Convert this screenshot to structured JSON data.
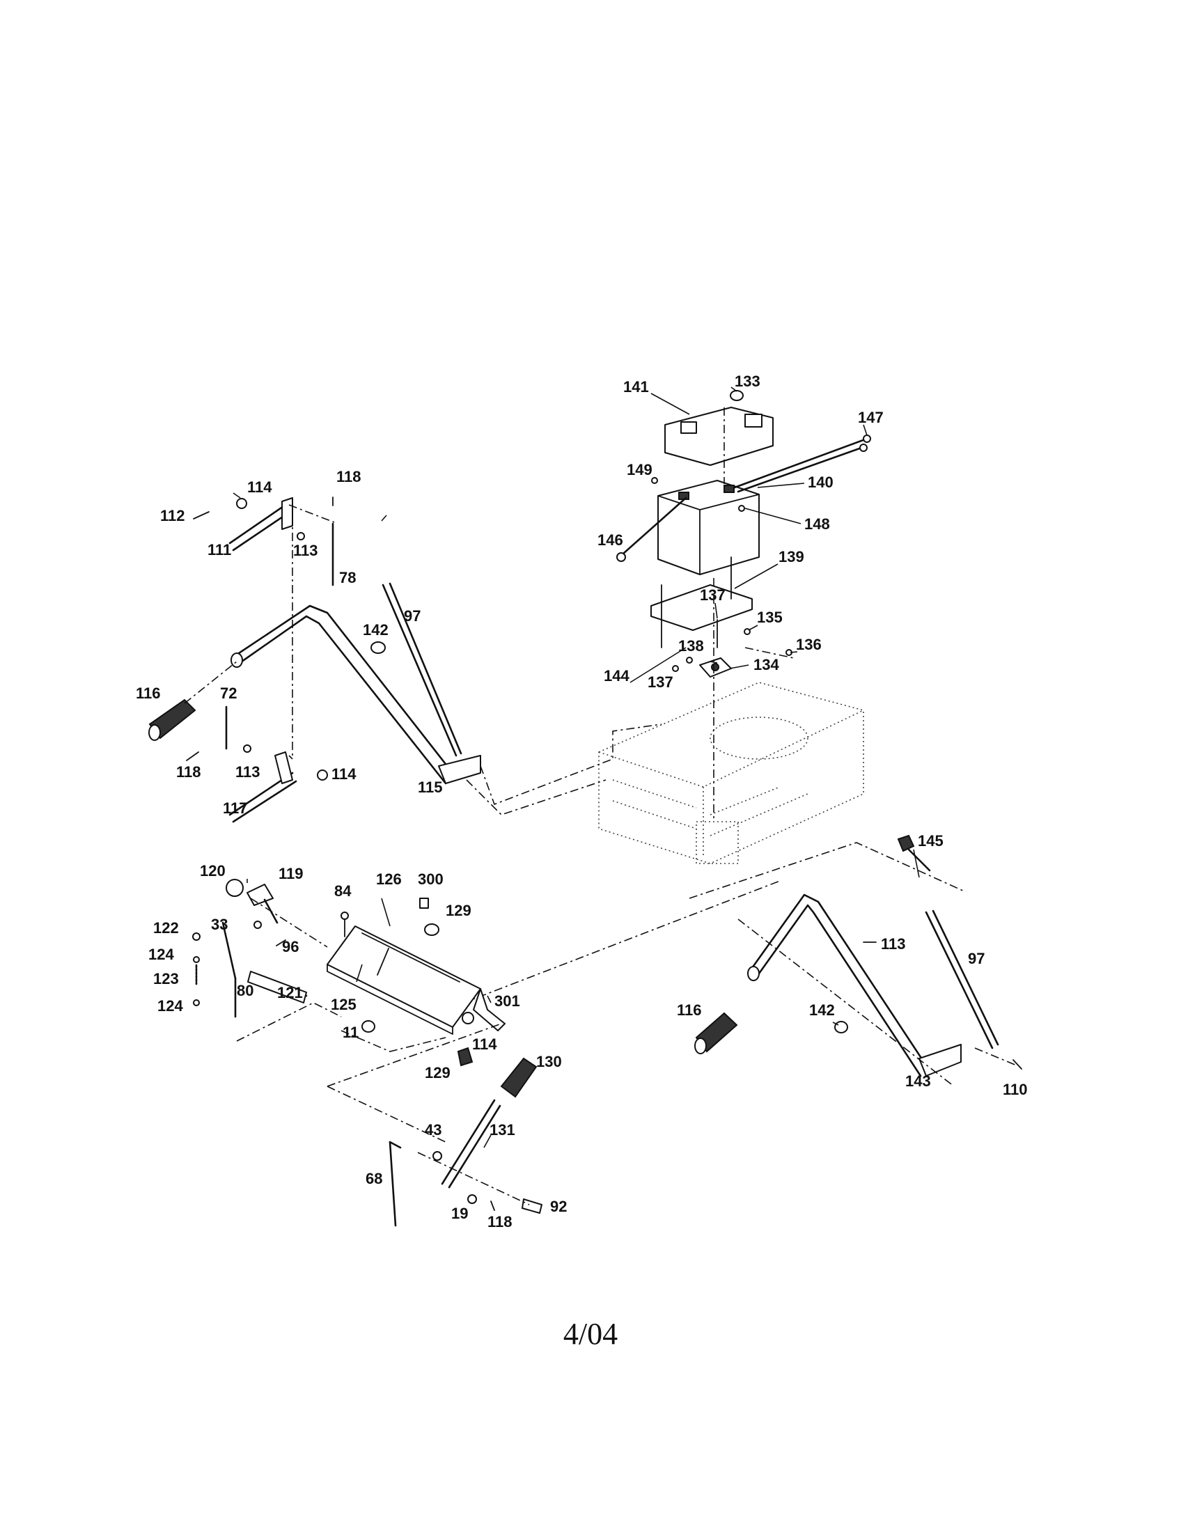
{
  "footer": {
    "page_code": "4/04"
  },
  "callouts": {
    "c133": "133",
    "c141": "141",
    "c147": "147",
    "c149": "149",
    "c140": "140",
    "c148": "148",
    "c146": "146",
    "c139": "139",
    "c137a": "137",
    "c135": "135",
    "c136": "136",
    "c138": "138",
    "c134": "134",
    "c144": "144",
    "c137b": "137",
    "c114a": "114",
    "c118a": "118",
    "c112": "112",
    "c111": "111",
    "c113a": "113",
    "c78": "78",
    "c97a": "97",
    "c142a": "142",
    "c116a": "116",
    "c72": "72",
    "c118b": "118",
    "c113b": "113",
    "c114b": "114",
    "c117": "117",
    "c115": "115",
    "c145": "145",
    "c113c": "113",
    "c97b": "97",
    "c116b": "116",
    "c142b": "142",
    "c143": "143",
    "c110": "110",
    "c120": "120",
    "c119": "119",
    "c84": "84",
    "c126": "126",
    "c300": "300",
    "c129a": "129",
    "c33": "33",
    "c122": "122",
    "c96": "96",
    "c124a": "124",
    "c123": "123",
    "c80": "80",
    "c121": "121",
    "c124b": "124",
    "c125": "125",
    "c301": "301",
    "c11": "11",
    "c114c": "114",
    "c129b": "129",
    "c130": "130",
    "c43": "43",
    "c131": "131",
    "c68": "68",
    "c19": "19",
    "c118c": "118",
    "c92": "92"
  }
}
